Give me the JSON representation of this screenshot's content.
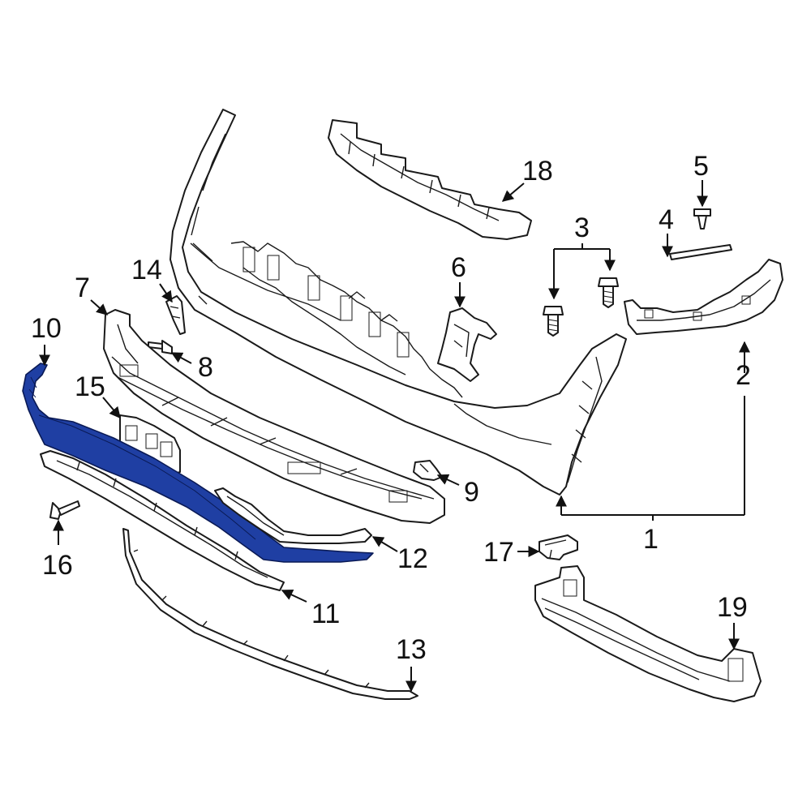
{
  "colors": {
    "highlight": "#1f3fa3",
    "line": "#1a1a1a",
    "background": "#ffffff"
  },
  "callouts": {
    "c1": "1",
    "c2": "2",
    "c3": "3",
    "c4": "4",
    "c5": "5",
    "c6": "6",
    "c7": "7",
    "c8": "8",
    "c9": "9",
    "c10": "10",
    "c11": "11",
    "c12": "12",
    "c13": "13",
    "c14": "14",
    "c15": "15",
    "c16": "16",
    "c17": "17",
    "c18": "18",
    "c19": "19"
  },
  "highlighted_part": "10"
}
